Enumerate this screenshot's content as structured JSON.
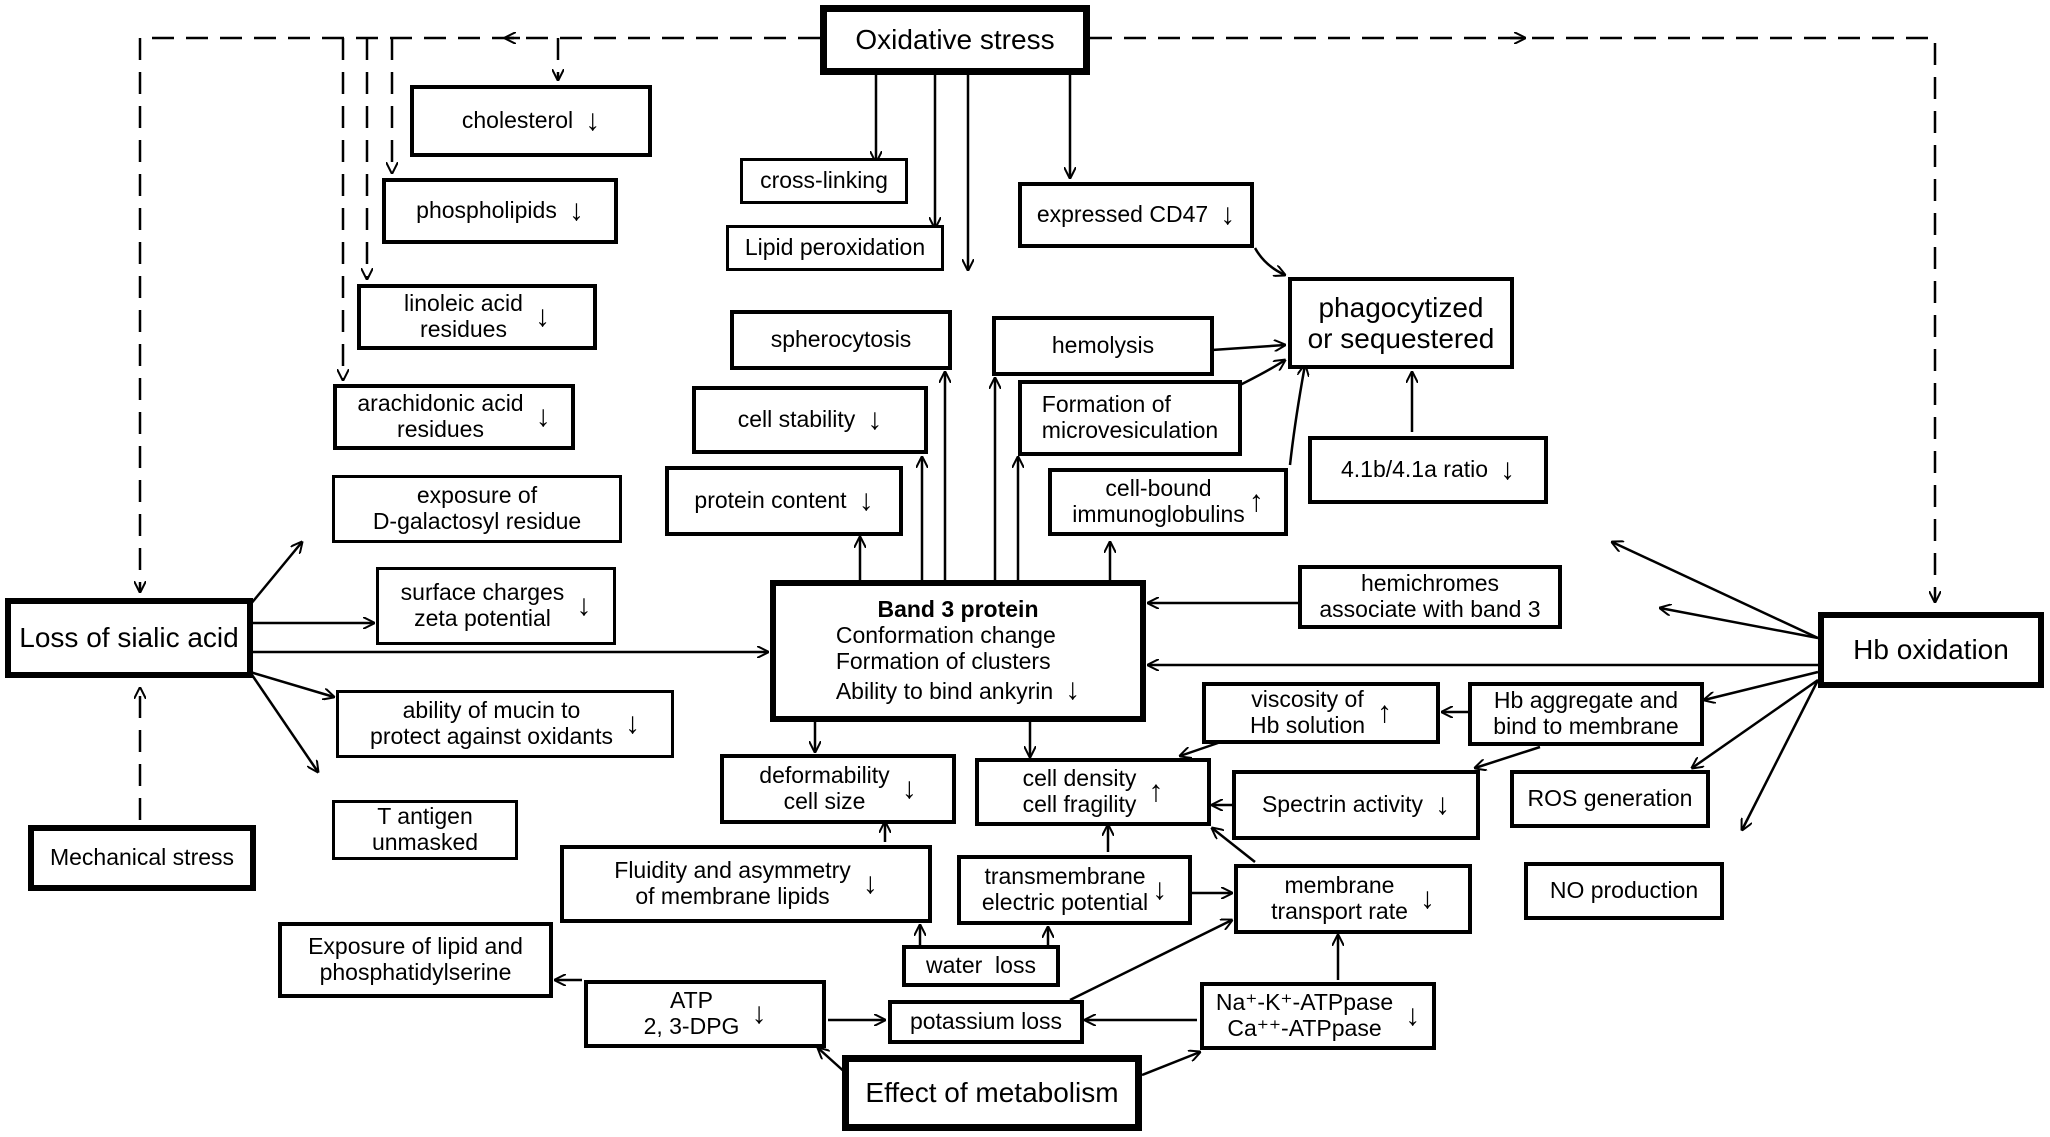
{
  "nodes": {
    "oxidative_stress": {
      "label": "Oxidative stress"
    },
    "cholesterol": {
      "label": "cholesterol",
      "change": "↓"
    },
    "phospholipids": {
      "label": "phospholipids",
      "change": "↓"
    },
    "linoleic": {
      "line1": "linoleic acid",
      "line2": "residues",
      "change": "↓"
    },
    "arachidonic": {
      "line1": "arachidonic acid",
      "line2": "residues",
      "change": "↓"
    },
    "galactosyl": {
      "line1": "exposure of",
      "line2": "D-galactosyl residue"
    },
    "surface_charges": {
      "line1": "surface charges",
      "line2": "zeta potential",
      "change": "↓"
    },
    "loss_sialic": {
      "label": "Loss of sialic acid"
    },
    "mucin": {
      "line1": "ability of mucin to",
      "line2": "protect against oxidants",
      "change": "↓"
    },
    "t_antigen": {
      "line1": "T antigen",
      "line2": "unmasked"
    },
    "mechanical_stress": {
      "label": "Mechanical stress"
    },
    "cross_linking": {
      "label": "cross-linking"
    },
    "lipid_peroxidation": {
      "label": "Lipid peroxidation"
    },
    "spherocytosis": {
      "label": "spherocytosis"
    },
    "cell_stability": {
      "label": "cell stability",
      "change": "↓"
    },
    "protein_content": {
      "label": "protein content",
      "change": "↓"
    },
    "band3": {
      "title": "Band 3 protein",
      "line1": "Conformation change",
      "line2": "Formation of clusters",
      "line3": "Ability to bind ankyrin",
      "change": "↓"
    },
    "expressed_cd47": {
      "label": "expressed CD47",
      "change": "↓"
    },
    "phagocytized": {
      "line1": "phagocytized",
      "line2": "or sequestered"
    },
    "hemolysis": {
      "label": "hemolysis"
    },
    "microvesiculation": {
      "line1": "Formation of",
      "line2": "microvesiculation"
    },
    "immunoglobulins": {
      "line1": "cell-bound",
      "line2": "immunoglobulins",
      "change": "↑"
    },
    "ratio_41b": {
      "label": "4.1b/4.1a ratio",
      "change": "↓"
    },
    "hemichromes": {
      "line1": "hemichromes",
      "line2": "associate with band 3"
    },
    "hb_oxidation": {
      "label": "Hb oxidation"
    },
    "viscosity": {
      "line1": "viscosity of",
      "line2": "Hb solution",
      "change": "↑"
    },
    "hb_aggregate": {
      "line1": "Hb aggregate and",
      "line2": "bind to membrane"
    },
    "deformability": {
      "line1": "deformability",
      "line2": "cell size",
      "change": "↓"
    },
    "cell_density": {
      "line1": "cell density",
      "line2": "cell fragility",
      "change": "↑"
    },
    "spectrin": {
      "label": "Spectrin activity",
      "change": "↓"
    },
    "ros": {
      "label": "ROS generation"
    },
    "no_production": {
      "label": "NO production"
    },
    "fluidity": {
      "line1": "Fluidity and asymmetry",
      "line2": "of membrane lipids",
      "change": "↓"
    },
    "transmembrane": {
      "line1": "transmembrane",
      "line2": "electric potential",
      "change": "↓"
    },
    "transport_rate": {
      "line1": "membrane",
      "line2": "transport rate",
      "change": "↓"
    },
    "exposure_lipid": {
      "line1": "Exposure of lipid and",
      "line2": "phosphatidylserine"
    },
    "water_loss": {
      "label": "water  loss"
    },
    "atp": {
      "line1": "ATP",
      "line2": "2, 3-DPG",
      "change": "↓"
    },
    "potassium_loss": {
      "label": "potassium loss"
    },
    "atpase": {
      "line1": "Na⁺-K⁺-ATPpase",
      "line2": "Ca⁺⁺-ATPpase",
      "change": "↓"
    },
    "metabolism": {
      "label": "Effect of metabolism"
    }
  }
}
